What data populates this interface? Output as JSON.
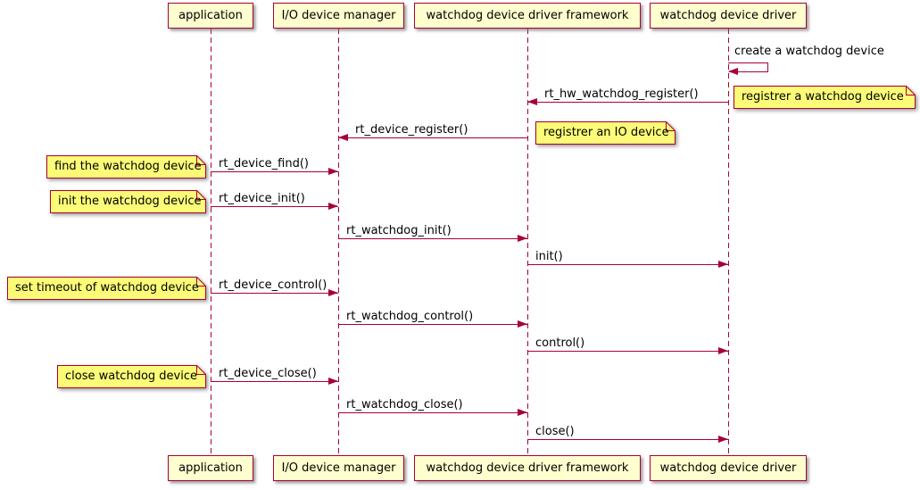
{
  "participants": [
    {
      "label": "application"
    },
    {
      "label": "I/O device manager"
    },
    {
      "label": "watchdog device driver framework"
    },
    {
      "label": "watchdog device driver"
    }
  ],
  "self_message": {
    "label": "create a watchdog device",
    "participant": "watchdog device driver"
  },
  "messages": [
    {
      "label": "rt_hw_watchdog_register()",
      "from": "watchdog device driver",
      "to": "watchdog device driver framework"
    },
    {
      "label": "rt_device_register()",
      "from": "watchdog device driver framework",
      "to": "I/O device manager"
    },
    {
      "label": "rt_device_find()",
      "from": "application",
      "to": "I/O device manager"
    },
    {
      "label": "rt_device_init()",
      "from": "application",
      "to": "I/O device manager"
    },
    {
      "label": "rt_watchdog_init()",
      "from": "I/O device manager",
      "to": "watchdog device driver framework"
    },
    {
      "label": "init()",
      "from": "watchdog device driver framework",
      "to": "watchdog device driver"
    },
    {
      "label": "rt_device_control()",
      "from": "application",
      "to": "I/O device manager"
    },
    {
      "label": "rt_watchdog_control()",
      "from": "I/O device manager",
      "to": "watchdog device driver framework"
    },
    {
      "label": "control()",
      "from": "watchdog device driver framework",
      "to": "watchdog device driver"
    },
    {
      "label": "rt_device_close()",
      "from": "application",
      "to": "I/O device manager"
    },
    {
      "label": "rt_watchdog_close()",
      "from": "I/O device manager",
      "to": "watchdog device driver framework"
    },
    {
      "label": "close()",
      "from": "watchdog device driver framework",
      "to": "watchdog device driver"
    }
  ],
  "notes": [
    {
      "text": "registrer a watchdog device",
      "side": "right of watchdog device driver"
    },
    {
      "text": "registrer an IO device",
      "side": "right of watchdog device driver framework"
    },
    {
      "text": "find the watchdog device",
      "side": "left of application"
    },
    {
      "text": "init the watchdog device",
      "side": "left of application"
    },
    {
      "text": "set timeout of watchdog device",
      "side": "left of application"
    },
    {
      "text": "close watchdog device",
      "side": "left of application"
    }
  ],
  "colors": {
    "participant_fill": "#FEFECE",
    "note_fill": "#FBFB77",
    "line": "#A80036",
    "text": "#000000",
    "background": "#FFFFFF"
  }
}
